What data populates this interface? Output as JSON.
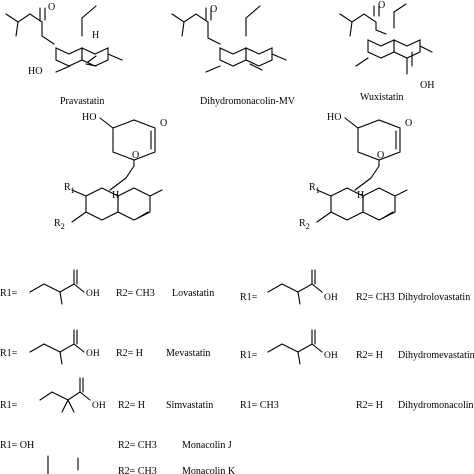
{
  "top_compounds": [
    {
      "name": "Pravastatin"
    },
    {
      "name": "Dihydromonacolin-MV"
    },
    {
      "name": "Wuxistatin",
      "group": "OH"
    }
  ],
  "atoms": {
    "oh": "OH",
    "ho": "HO",
    "o": "O",
    "h": "H",
    "r1": "R",
    "r1_sub": "1",
    "r2": "R",
    "r2_sub": "2"
  },
  "left_table": [
    {
      "r1": "R1=",
      "r1_group": "OH",
      "r2": "R2= CH3",
      "name": "Lovastatin"
    },
    {
      "r1": "R1=",
      "r1_group": "OH",
      "r2": "R2= H",
      "name": "Mevastatin"
    },
    {
      "r1": "R1=",
      "r1_group": "OH",
      "r2": "R2= H",
      "name": "Simvastatin"
    },
    {
      "r1": "R1= OH",
      "r2": "R2= CH3",
      "name": "Monacolin J"
    },
    {
      "r2": "R2= CH3",
      "name": "Monacolin K"
    }
  ],
  "right_table": [
    {
      "r1": "R1=",
      "r1_group": "OH",
      "r2": "R2= CH3",
      "name": "Dihydrolovastatin"
    },
    {
      "r1": "R1=",
      "r1_group": "OH",
      "r2": "R2= H",
      "name": "Dihydromevastatin"
    },
    {
      "r1": "R1= CH3",
      "r2": "R2= H",
      "name": "Dihydromonacolin L"
    }
  ]
}
